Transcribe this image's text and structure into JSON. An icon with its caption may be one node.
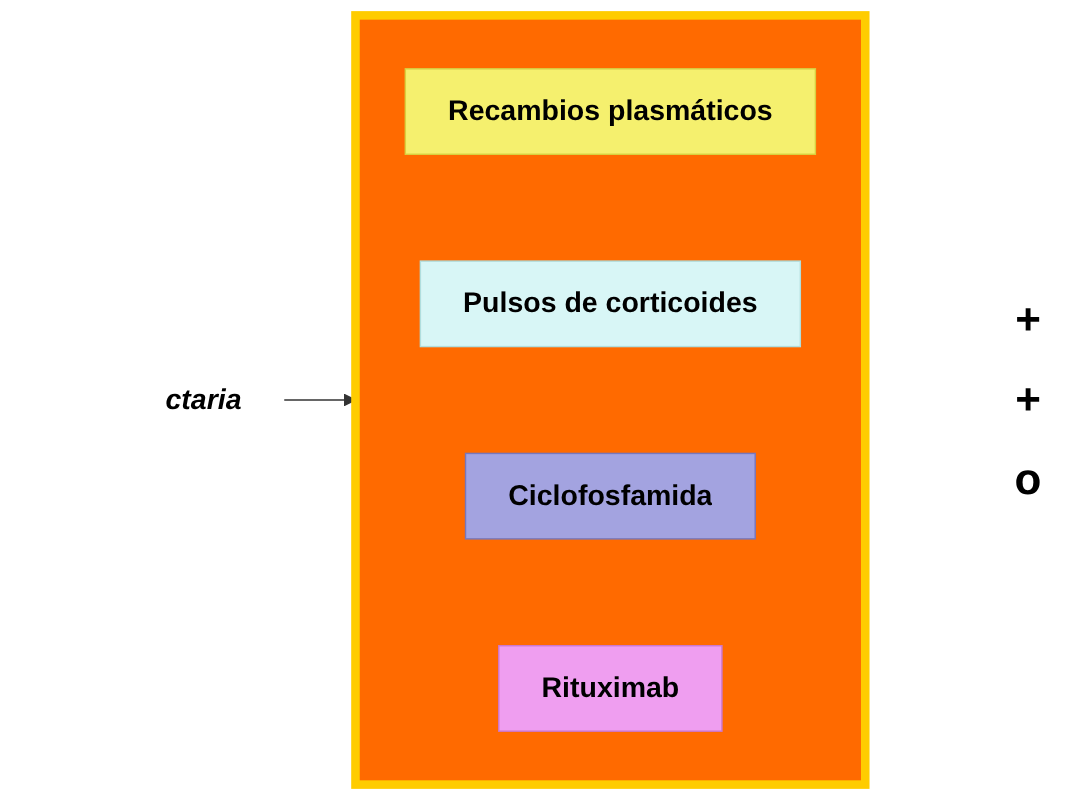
{
  "diagram": {
    "nodes": [
      {
        "text": [
          "ctaria"
        ]
      },
      {
        "text": [],
        "shape": "box"
      },
      {
        "text": [
          "Recambios plasmáticos"
        ],
        "in": 1
      },
      {
        "text": [
          "Pulsos de corticoides"
        ],
        "in": 1
      },
      {
        "text": [
          "Ciclofosfamida"
        ],
        "in": 1
      },
      {
        "text": [
          "Rituximab"
        ],
        "in": 1
      }
    ],
    "edges": [
      {
        "from": 0,
        "to": 1,
        "arrow": "to"
      }
    ],
    "labels": [
      "+",
      "+",
      "o"
    ]
  }
}
